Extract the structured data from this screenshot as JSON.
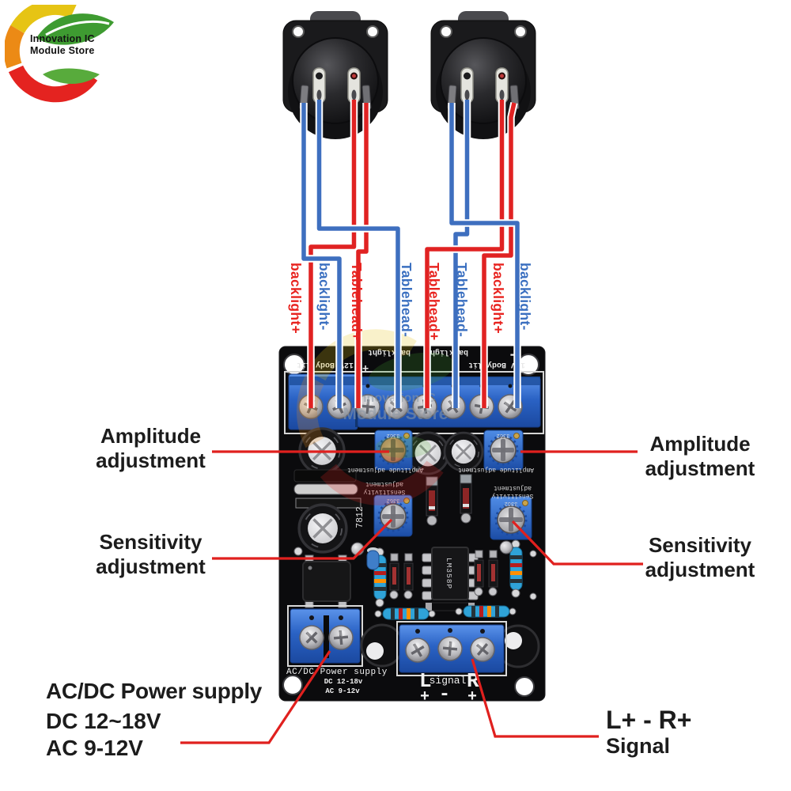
{
  "logo": {
    "line1": "Innovation IC",
    "line2": "Module Store"
  },
  "colors": {
    "wire_red": "#e02222",
    "wire_blue": "#3e6fbf",
    "label_red": "#e8231f",
    "label_blue": "#3a6fc0",
    "annotation_line": "#e0201e",
    "terminal_blue": "#2f6cd8",
    "board_black": "#0b0b0d"
  },
  "wire_labels": [
    {
      "text": "backlight+",
      "color": "red"
    },
    {
      "text": "backlight-",
      "color": "blue"
    },
    {
      "text": "Tablehead+",
      "color": "red"
    },
    {
      "text": "Tablehead-",
      "color": "blue"
    },
    {
      "text": "Tablehead+",
      "color": "red"
    },
    {
      "text": "Tablehead-",
      "color": "blue"
    },
    {
      "text": "backlight+",
      "color": "red"
    },
    {
      "text": "backlight-",
      "color": "blue"
    }
  ],
  "board": {
    "header_row1": [
      "-",
      "-",
      "backlight",
      "backlight",
      "+",
      "-"
    ],
    "header_row2": [
      "12V Body-lit",
      "+",
      "-",
      "+",
      "-",
      "12V Body-lit"
    ],
    "regulator": "7812",
    "ic": "LM358P",
    "pot_code": "3362",
    "amp_label": "Amplitude adjustment",
    "sens_label_1": "Sensitivity",
    "sens_label_2": "adjustment",
    "power_title": "AC/DC Power supply",
    "power_dc": "DC 12-18v",
    "power_ac": "AC 9-12v",
    "sig_l": "L",
    "sig_text": "signal",
    "sig_r": "R",
    "sig_p1": "+",
    "sig_m": "-",
    "sig_p2": "+",
    "watermark_1": "Innovation IC",
    "watermark_2": "Module Store"
  },
  "annotations": {
    "amp_l1": "Amplitude",
    "amp_l2": "adjustment",
    "sens_l1": "Sensitivity",
    "sens_l2": "adjustment",
    "power_title": "AC/DC Power supply",
    "power_dc": "DC 12~18V",
    "power_ac": "AC 9-12V",
    "signal_l1": "L+ - R+",
    "signal_l2": "Signal"
  }
}
